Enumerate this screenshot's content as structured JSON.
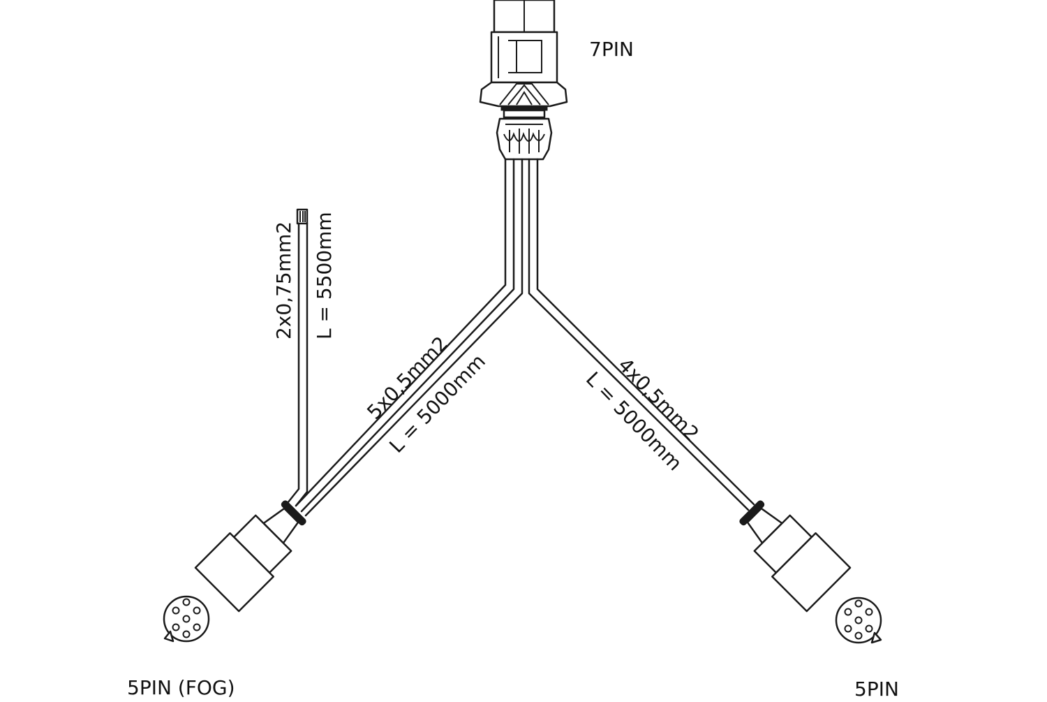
{
  "labels": {
    "top_connector": "7PIN",
    "left_connector": "5PIN (FOG)",
    "right_connector": "5PIN",
    "left_cable_spec": "5x0,5mm2",
    "left_cable_length": "L = 5000mm",
    "right_cable_spec": "4x0,5mm2",
    "right_cable_length": "L = 5000mm",
    "fog_cable_spec": "2x0,75mm2",
    "fog_cable_length": "L = 5500mm"
  },
  "colors": {
    "line": "#1a1a1a",
    "background": "#ffffff"
  }
}
